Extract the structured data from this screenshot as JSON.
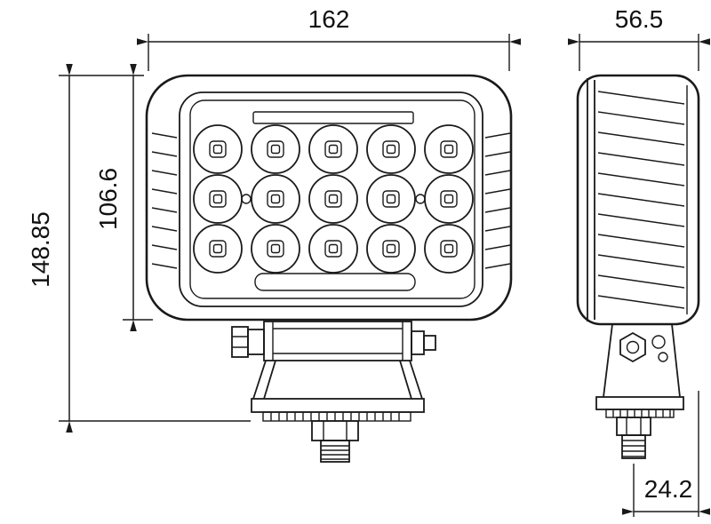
{
  "drawing": {
    "background": "#ffffff",
    "line_color": "#1a1a1a",
    "views": {
      "front": "front view of LED lamp with 5 x 3 LED grid and mounting bracket",
      "side": "side profile view with heat-sink fins and mounting bracket"
    },
    "led_count": "15",
    "dimensions": {
      "width": "162",
      "depth": "56.5",
      "overall_height": "148.85",
      "housing_height": "106.6",
      "mount_offset": "24.2"
    }
  }
}
